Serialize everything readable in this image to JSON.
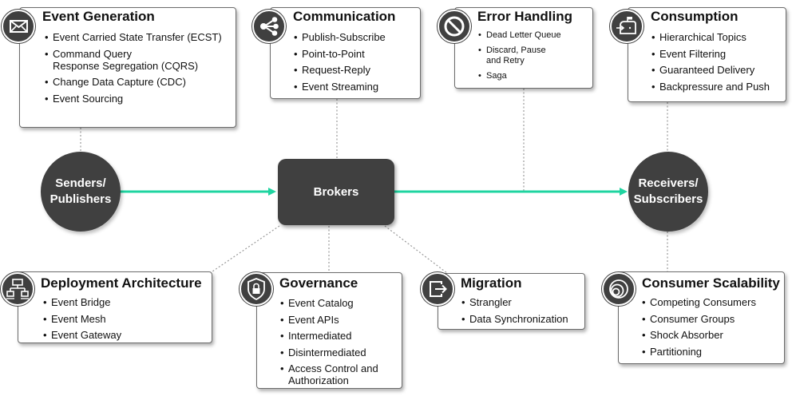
{
  "cards": [
    {
      "id": "event-generation",
      "title": "Event Generation",
      "icon": "envelope-icon",
      "items": [
        "Event Carried State Transfer (ECST)",
        "Command Query\nResponse Segregation (CQRS)",
        "Change Data Capture (CDC)",
        "Event Sourcing"
      ]
    },
    {
      "id": "communication",
      "title": "Communication",
      "icon": "share-icon",
      "items": [
        "Publish-Subscribe",
        "Point-to-Point",
        "Request-Reply",
        "Event Streaming"
      ]
    },
    {
      "id": "error-handling",
      "title": "Error Handling",
      "icon": "no-entry-icon",
      "items": [
        "Dead Letter Queue",
        "Discard, Pause\nand Retry",
        "Saga"
      ]
    },
    {
      "id": "consumption",
      "title": "Consumption",
      "icon": "mailbox-icon",
      "items": [
        "Hierarchical Topics",
        "Event Filtering",
        "Guaranteed Delivery",
        "Backpressure and Push"
      ]
    },
    {
      "id": "deployment-architecture",
      "title": "Deployment Architecture",
      "icon": "network-icon",
      "items": [
        "Event Bridge",
        "Event Mesh",
        "Event Gateway"
      ]
    },
    {
      "id": "governance",
      "title": "Governance",
      "icon": "shield-lock-icon",
      "items": [
        "Event Catalog",
        "Event APIs",
        "Intermediated",
        "Disintermediated",
        "Access Control and\nAuthorization"
      ]
    },
    {
      "id": "migration",
      "title": "Migration",
      "icon": "exit-arrow-icon",
      "items": [
        "Strangler",
        "Data Synchronization"
      ]
    },
    {
      "id": "consumer-scalability",
      "title": "Consumer Scalability",
      "icon": "concentric-circles-icon",
      "items": [
        "Competing Consumers",
        "Consumer Groups",
        "Shock Absorber",
        "Partitioning"
      ]
    }
  ],
  "nodes": {
    "senders": "Senders/\nPublishers",
    "brokers": "Brokers",
    "receivers": "Receivers/\nSubscribers"
  },
  "colors": {
    "arrow": "#1fd4a0",
    "node": "#404040",
    "connector": "#9a9a9a"
  }
}
